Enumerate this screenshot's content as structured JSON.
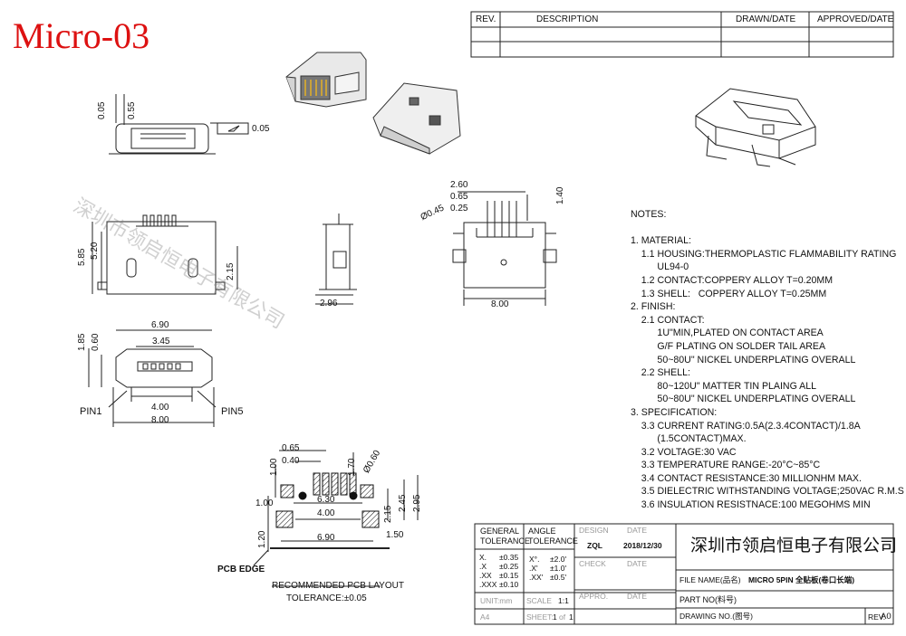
{
  "title": "Micro-03",
  "rev_table": {
    "headers": [
      "REV.",
      "DESCRIPTION",
      "DRAWN/DATE",
      "APPROVED/DATE"
    ]
  },
  "watermark": "深圳市领启恒电子有限公司",
  "dimensions": {
    "side_view": [
      "0.05",
      "0.55",
      "0.05"
    ],
    "front": [
      "5.85",
      "5.20",
      "2.15"
    ],
    "side2": [
      "2.96"
    ],
    "top": [
      "2.60",
      "0.65",
      "0.25",
      "1.40",
      "Ø0.45",
      "8.00"
    ],
    "bottom": [
      "6.90",
      "3.45",
      "1.85",
      "0.60",
      "4.00",
      "8.00",
      "PIN1",
      "PIN5"
    ],
    "pcb": [
      "0.65",
      "0.40",
      "1.70",
      "Ø0.60",
      "1.00",
      "1.00",
      "6.30",
      "4.00",
      "2.15",
      "2.45",
      "2.95",
      "1.20",
      "6.90",
      "1.50",
      "PCB EDGE"
    ],
    "pcb_caption": "RECOMMENDED PCB LAYOUT",
    "pcb_tolerance": "TOLERANCE:±0.05"
  },
  "notes": [
    "NOTES:",
    "",
    "1. MATERIAL:",
    "    1.1 HOUSING:THERMOPLASTIC FLAMMABILITY RATING",
    "          UL94-0",
    "    1.2 CONTACT:COPPERY ALLOY T=0.20MM",
    "    1.3 SHELL:   COPPERY ALLOY T=0.25MM",
    "2. FINISH:",
    "    2.1 CONTACT:",
    "          1U\"MIN,PLATED ON CONTACT AREA",
    "          G/F PLATING ON SOLDER TAIL AREA",
    "          50~80U\" NICKEL UNDERPLATING OVERALL",
    "    2.2 SHELL:",
    "          80~120U\" MATTER TIN PLAING ALL",
    "          50~80U\" NICKEL UNDERPLATING OVERALL",
    "3. SPECIFICATION:",
    "    3.3 CURRENT RATING:0.5A(2.3.4CONTACT)/1.8A",
    "          (1.5CONTACT)MAX.",
    "    3.2 VOLTAGE:30 VAC",
    "    3.3 TEMPERATURE RANGE:-20°C~85°C",
    "    3.4 CONTACT RESISTANCE:30 MILLIONHM MAX.",
    "    3.5 DIELECTRIC WITHSTANDING VOLTAGE;250VAC R.M.S",
    "    3.6 INSULATION RESISTNACE:100 MEGOHMS MIN"
  ],
  "title_block": {
    "general_tolerance": "GENERAL\nTOLERANCE",
    "angle_tolerance": "ANGLE\nTOLERANCE",
    "tol_rows": [
      [
        "X.",
        "±0.35"
      ],
      [
        ".X",
        "±0.25"
      ],
      [
        ".XX",
        "±0.15"
      ],
      [
        ".XXX",
        "±0.10"
      ]
    ],
    "ang_rows": [
      [
        "X°.",
        "±2.0'"
      ],
      [
        ".X'",
        "±1.0'"
      ],
      [
        ".XX'",
        "±0.5'"
      ]
    ],
    "design": "DESIGN",
    "date": "DATE",
    "designer": "ZQL",
    "design_date": "2018/12/30",
    "check": "CHECK",
    "appro": "APPRO.",
    "unit": "UNIT:mm",
    "scale": "SCALE",
    "scale_val": "1:1",
    "a4": "A4",
    "sheet": "SHEET:",
    "sheet_val": "1",
    "of": "of",
    "sheet_total": "1",
    "company": "深圳市领启恒电子有限公司",
    "file_name_label": "FILE NAME(品名)",
    "file_name": "MICRO 5PIN 全贴板(卷口长端)",
    "part_no_label": "PART NO(料号)",
    "drawing_no_label": "DRAWING NO.(图号)",
    "rev_label": "REV.",
    "rev_val": "A0"
  }
}
